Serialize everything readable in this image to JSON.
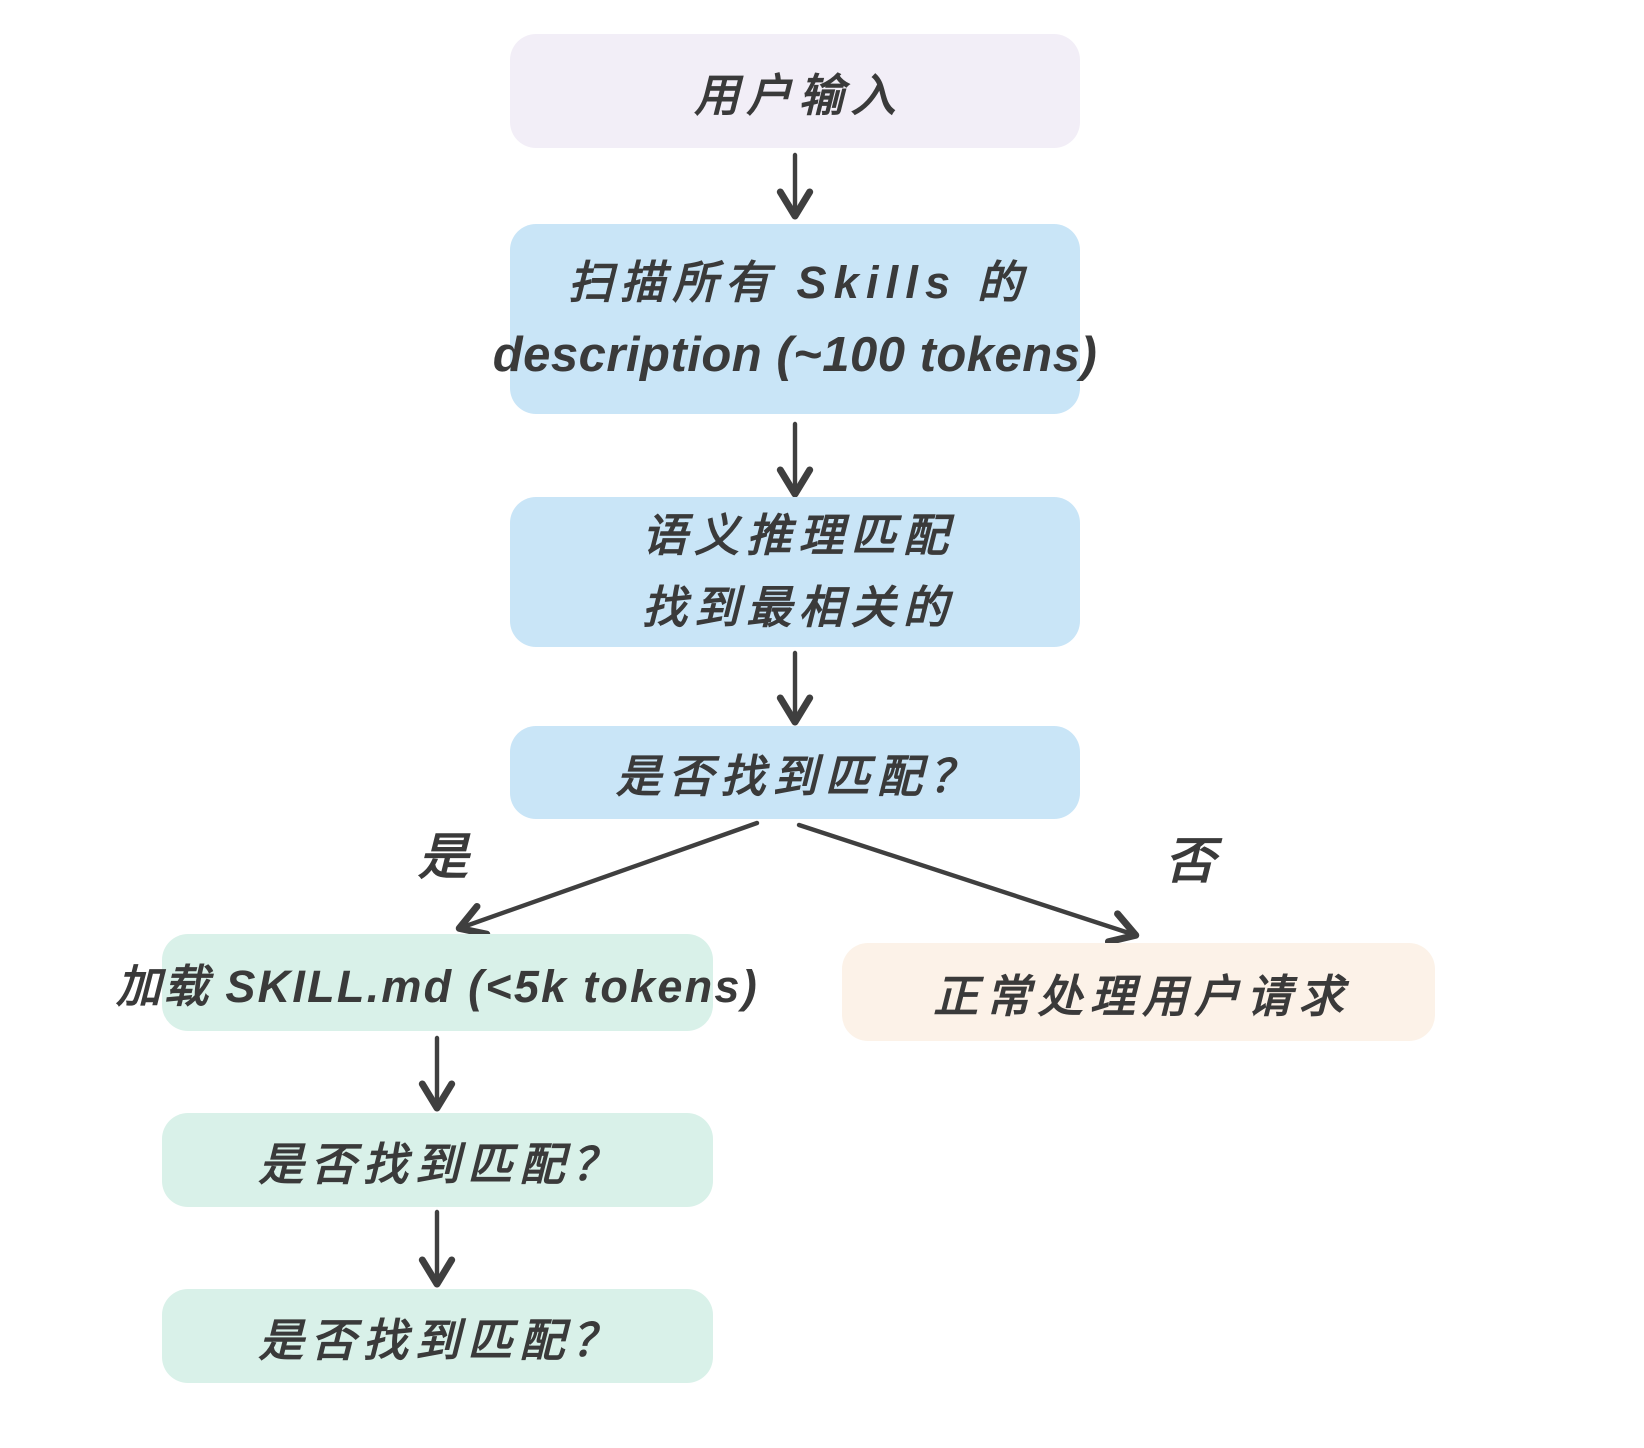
{
  "diagram": {
    "background_color": "#ffffff",
    "text_color": "#3a3a3a",
    "arrow_color": "#3f3f3f",
    "node_colors": {
      "lavender": "#f2eef7",
      "blue": "#c9e5f7",
      "mint": "#d9f1e9",
      "cream": "#fcf2e8"
    },
    "nodes": {
      "user_input": {
        "label": "用户输入",
        "fill": "#f2eef7"
      },
      "scan_skills": {
        "line1": "扫描所有 Skills 的",
        "line2": "description (~100 tokens)",
        "fill": "#c9e5f7"
      },
      "semantic_match": {
        "line1": "语义推理匹配",
        "line2": "找到最相关的",
        "fill": "#c9e5f7"
      },
      "match_decision": {
        "label": "是否找到匹配？",
        "fill": "#c9e5f7"
      },
      "load_skill": {
        "label": "加载 SKILL.md (<5k tokens)",
        "fill": "#d9f1e9"
      },
      "match_check_2": {
        "label": "是否找到匹配？",
        "fill": "#d9f1e9"
      },
      "match_check_3": {
        "label": "是否找到匹配？",
        "fill": "#d9f1e9"
      },
      "process_normally": {
        "label": "正常处理用户请求",
        "fill": "#fcf2e8"
      }
    },
    "edge_labels": {
      "yes": "是",
      "no": "否"
    }
  }
}
